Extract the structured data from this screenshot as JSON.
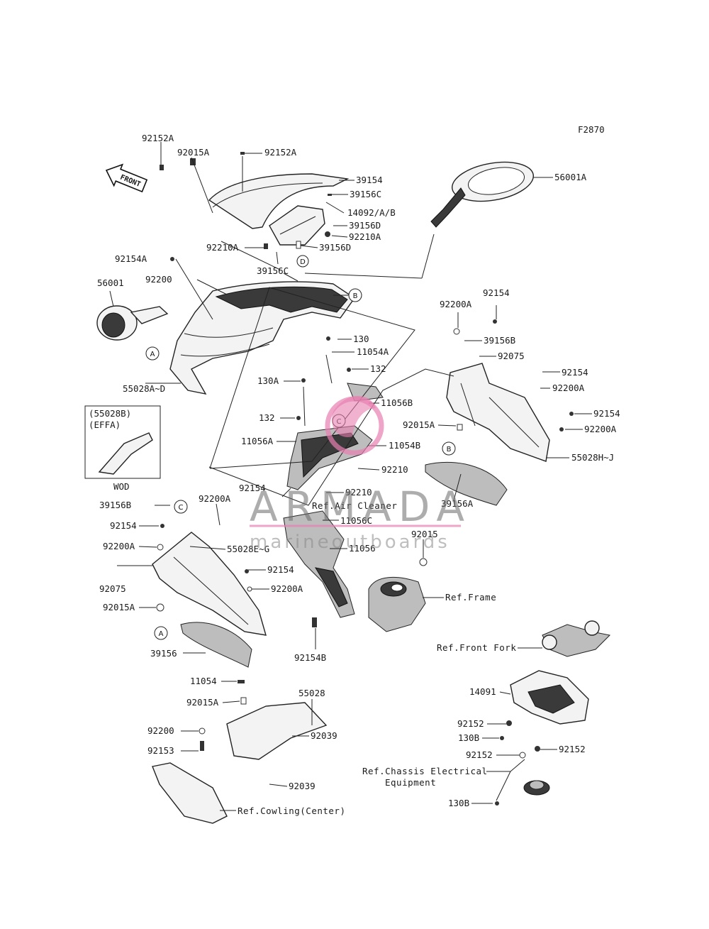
{
  "figure_code": "F2870",
  "front_arrow": "FRONT",
  "callouts": {
    "c_92152A_left": "92152A",
    "c_92015A_top": "92015A",
    "c_92152A_top": "92152A",
    "c_39154": "39154",
    "c_56001A": "56001A",
    "c_39156C_top": "39156C",
    "c_14092": "14092/A/B",
    "c_39156D_a": "39156D",
    "c_92210A_r": "92210A",
    "c_92210A_l": "92210A",
    "c_39156D_b": "39156D",
    "c_39156C_mid": "39156C",
    "c_92154A": "92154A",
    "c_92200": "92200",
    "c_56001": "56001",
    "c_92154_r1": "92154",
    "c_92200A_r1": "92200A",
    "c_130": "130",
    "c_39156B_r": "39156B",
    "c_11054A": "11054A",
    "c_92075_r": "92075",
    "c_132_a": "132",
    "c_92154_r2": "92154",
    "c_130A": "130A",
    "c_92200A_r2": "92200A",
    "c_55028AD": "55028A~D",
    "c_11056B": "11056B",
    "c_132_b": "132",
    "c_92154_r3": "92154",
    "c_92015A_r": "92015A",
    "c_92200A_r3": "92200A",
    "c_11056A": "11056A",
    "c_11054B": "11054B",
    "c_55028HJ": "55028H~J",
    "c_92210_a": "92210",
    "c_92154_mid": "92154",
    "c_92210_b": "92210",
    "c_39156A": "39156A",
    "c_39156B_l": "39156B",
    "c_92200A_l1": "92200A",
    "c_11056C": "11056C",
    "c_92154_l": "92154",
    "c_92015_mid": "92015",
    "c_92200A_l2": "92200A",
    "c_55028EG": "55028E~G",
    "c_11056": "11056",
    "c_92154_mid2": "92154",
    "c_92075_l": "92075",
    "c_92200A_mid": "92200A",
    "c_92015A_l": "92015A",
    "c_39156": "39156",
    "c_92154B": "92154B",
    "c_11054": "11054",
    "c_55028": "55028",
    "c_92015A_b": "92015A",
    "c_92200_b": "92200",
    "c_92039_a": "92039",
    "c_92153": "92153",
    "c_92039_b": "92039",
    "c_14091": "14091",
    "c_92152_a": "92152",
    "c_130B_a": "130B",
    "c_92152_b": "92152",
    "c_92152_c": "92152",
    "c_130B_b": "130B"
  },
  "refs": {
    "air_cleaner": "Ref.Air Cleaner",
    "frame": "Ref.Frame",
    "front_fork": "Ref.Front Fork",
    "chassis_line1": "Ref.Chassis Electrical",
    "chassis_line2": "Equipment",
    "cowling_center": "Ref.Cowling(Center)"
  },
  "inset": {
    "line1": "(55028B)",
    "line2": "(EFFA)",
    "caption": "WOD"
  },
  "markers": {
    "A": "A",
    "B": "B",
    "C": "C",
    "D": "D"
  },
  "watermark": {
    "brand": "ARMADA",
    "tagline": "marineoutboards",
    "accent": "#e87fb0",
    "text_color": "#6b6b6b"
  }
}
